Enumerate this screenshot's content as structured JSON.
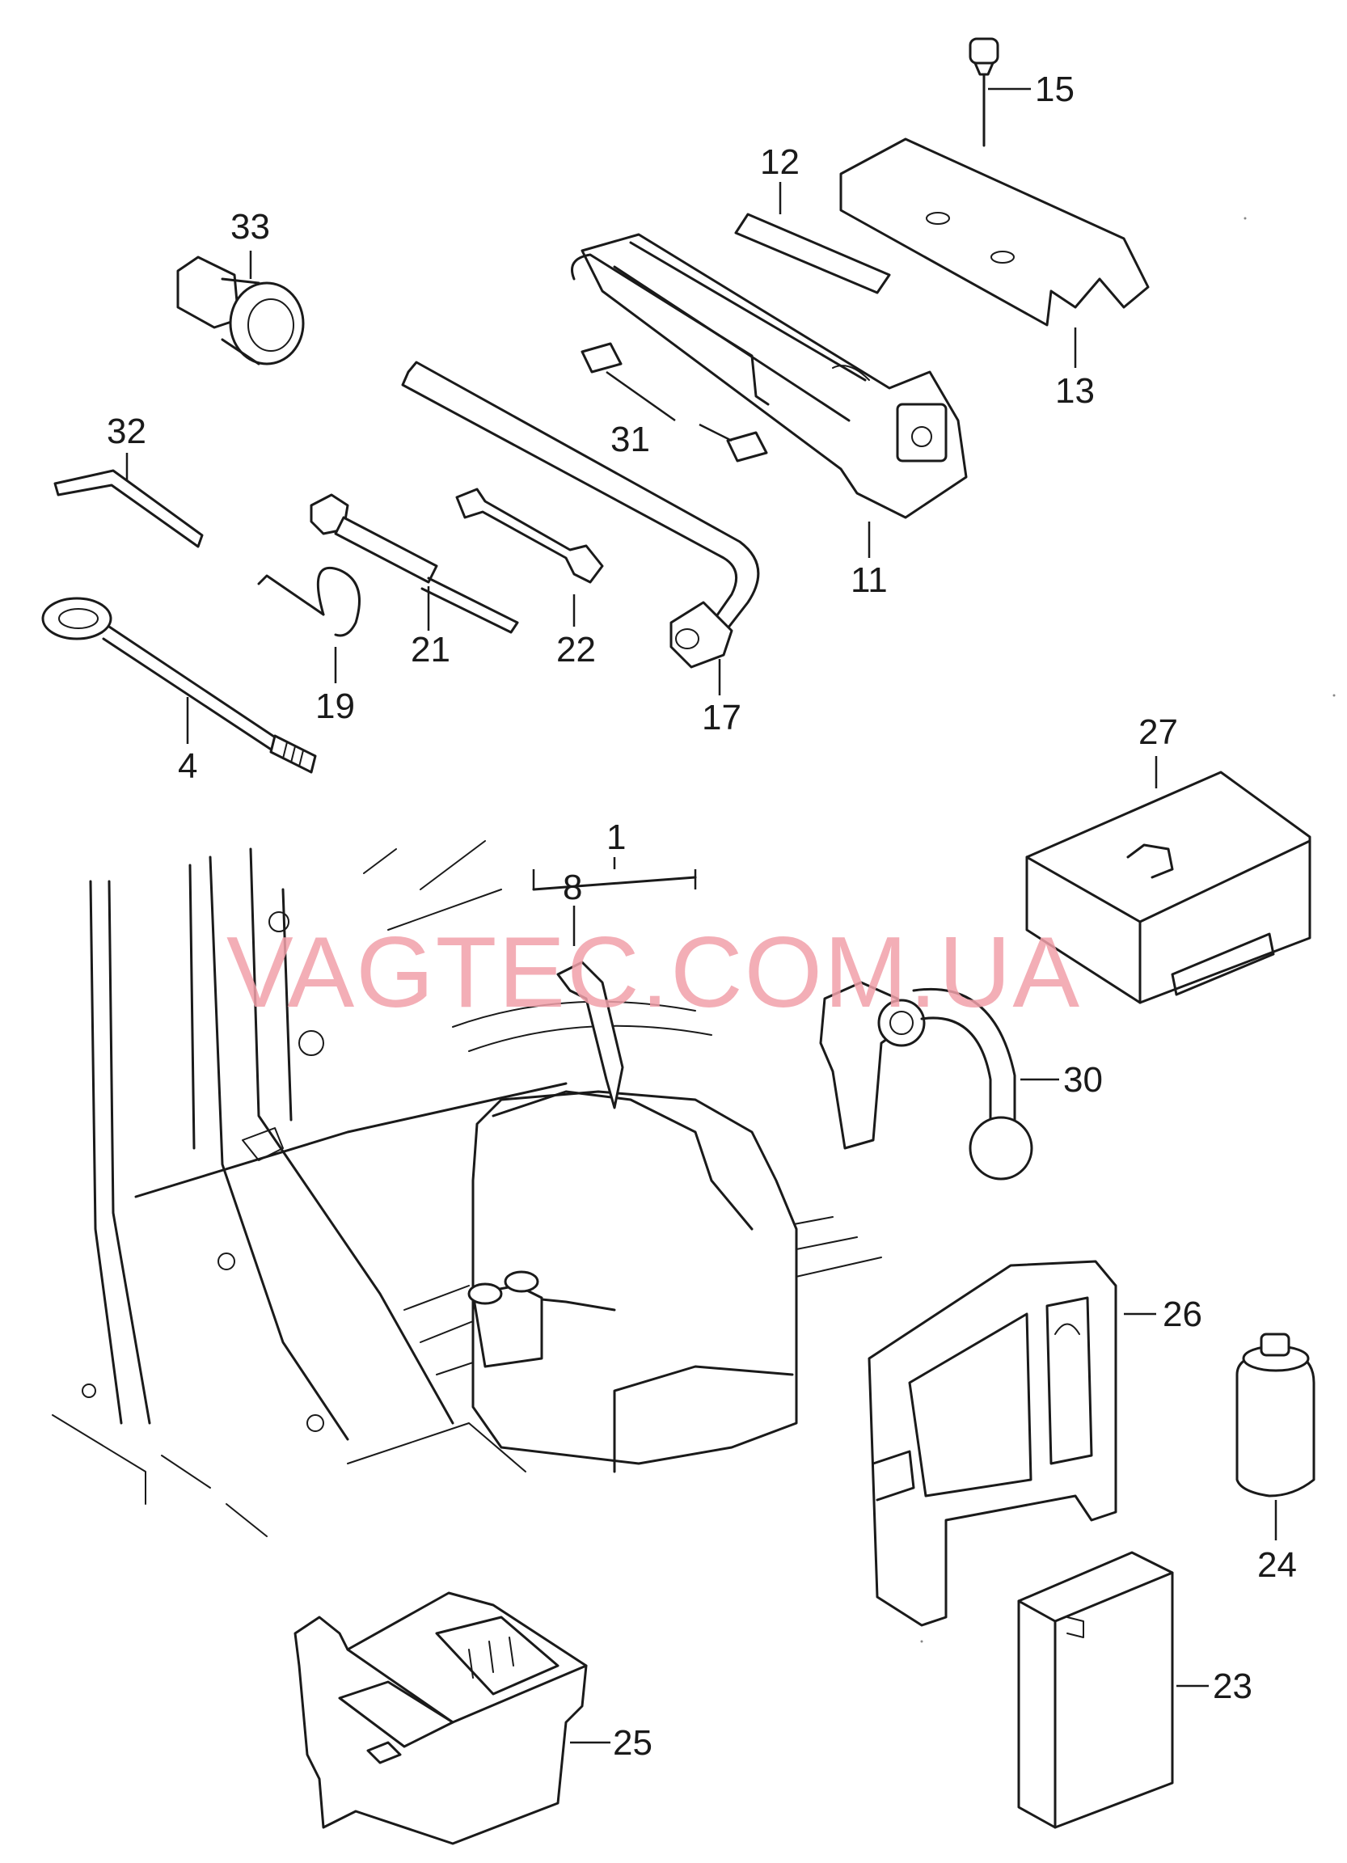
{
  "watermark": "VAGTEC.COM.UA",
  "callouts": {
    "c1": "1",
    "c4": "4",
    "c8": "8",
    "c11": "11",
    "c12": "12",
    "c13": "13",
    "c15": "15",
    "c17": "17",
    "c19": "19",
    "c21": "21",
    "c22": "22",
    "c23": "23",
    "c24": "24",
    "c25": "25",
    "c26": "26",
    "c27": "27",
    "c30": "30",
    "c31": "31",
    "c32": "32",
    "c33": "33"
  }
}
